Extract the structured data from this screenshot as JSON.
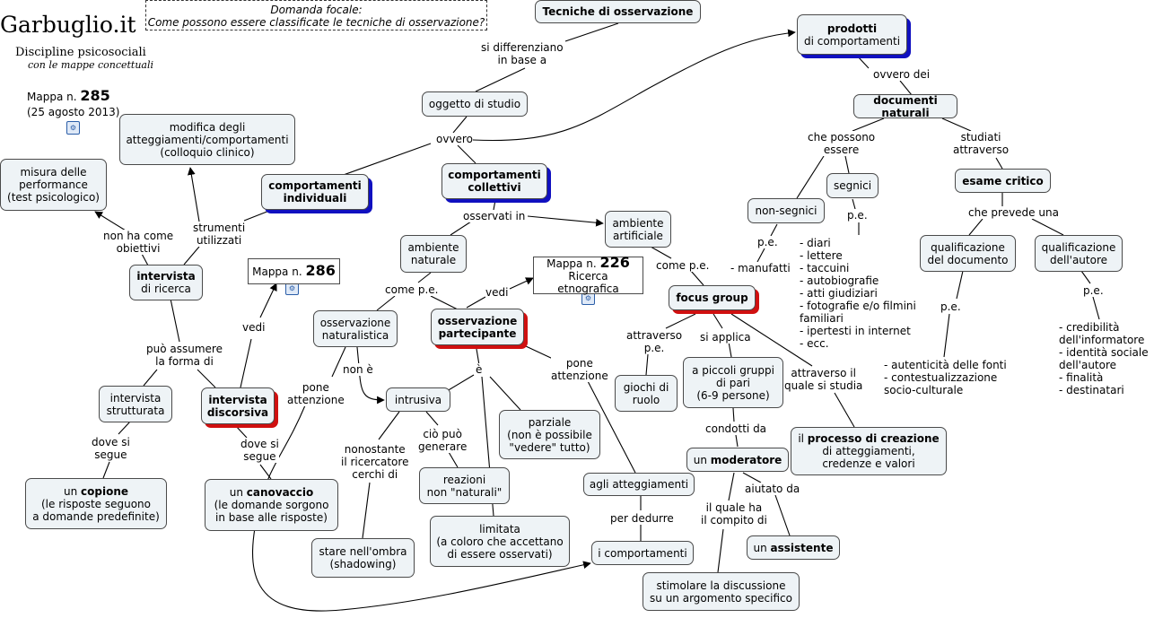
{
  "brand": {
    "title": "Garbuglio.it",
    "subtitle": "Discipline psicosociali",
    "tagline": "con le mappe concettuali"
  },
  "map_info": {
    "prefix": "Mappa n.",
    "number": "285",
    "date": "(25 agosto 2013)",
    "icon": "concept-map-icon"
  },
  "focal_question": {
    "label": "Domanda focale:",
    "text": "Come possono essere classificate le tecniche di osservazione?"
  },
  "nodes": {
    "tecniche": "Tecniche di osservazione",
    "prodotti_1": "prodotti",
    "prodotti_2": "di comportamenti",
    "documenti_naturali": "documenti naturali",
    "oggetto_di_studio": "oggetto di studio",
    "modifica_1": "modifica degli",
    "modifica_2": "atteggiamenti/comportamenti",
    "modifica_3": "(colloquio clinico)",
    "misura_1": "misura delle",
    "misura_2": "performance",
    "misura_3": "(test psicologico)",
    "comp_individuali_1": "comportamenti",
    "comp_individuali_2": "individuali",
    "comp_collettivi_1": "comportamenti",
    "comp_collettivi_2": "collettivi",
    "non_segnici": "non-segnici",
    "segnici": "segnici",
    "esame_critico": "esame critico",
    "ambiente_naturale_1": "ambiente",
    "ambiente_naturale_2": "naturale",
    "ambiente_artificiale_1": "ambiente",
    "ambiente_artificiale_2": "artificiale",
    "qual_documento_1": "qualificazione",
    "qual_documento_2": "del documento",
    "qual_autore_1": "qualificazione",
    "qual_autore_2": "dell'autore",
    "intervista_1": "intervista",
    "intervista_2": "di ricerca",
    "mappa286_prefix": "Mappa n.",
    "mappa286_number": "286",
    "mappa226_prefix": "Mappa n.",
    "mappa226_number": "226",
    "mappa226_sub": "Ricerca etnografica",
    "focus_group": "focus group",
    "oss_naturalistica_1": "osservazione",
    "oss_naturalistica_2": "naturalistica",
    "oss_partecipante_1": "osservazione",
    "oss_partecipante_2": "partecipante",
    "intervista_strutturata_1": "intervista",
    "intervista_strutturata_2": "strutturata",
    "intervista_discorsiva_1": "intervista",
    "intervista_discorsiva_2": "discorsiva",
    "intrusiva": "intrusiva",
    "giochi_1": "giochi di",
    "giochi_2": "ruolo",
    "piccoli_gruppi_1": "a piccoli gruppi",
    "piccoli_gruppi_2": "di pari",
    "piccoli_gruppi_3": "(6-9 persone)",
    "parziale_1": "parziale",
    "parziale_2": "(non è possibile",
    "parziale_3": "\"vedere\" tutto)",
    "processo_pre": "il ",
    "processo_bold": "processo di creazione",
    "processo_2": "di atteggiamenti,",
    "processo_3": "credenze e valori",
    "copione_pre": "un ",
    "copione_bold": "copione",
    "copione_2": "(le risposte seguono",
    "copione_3": "a domande predefinite)",
    "canovaccio_pre": "un ",
    "canovaccio_bold": "canovaccio",
    "canovaccio_2": "(le domande sorgono",
    "canovaccio_3": "in base alle risposte)",
    "reazioni_1": "reazioni",
    "reazioni_2": "non \"naturali\"",
    "atteggiamenti": "agli atteggiamenti",
    "moderatore_pre": "un ",
    "moderatore_bold": "moderatore",
    "limitata_1": "limitata",
    "limitata_2": "(a coloro che accettano",
    "limitata_3": "di essere osservati)",
    "stare_ombra_1": "stare nell'ombra",
    "stare_ombra_2": "(shadowing)",
    "i_comportamenti": "i comportamenti",
    "assistente_pre": "un ",
    "assistente_bold": "assistente",
    "stimolare_1": "stimolare la discussione",
    "stimolare_2": "su un argomento specifico"
  },
  "links": {
    "si_differenziano_1": "si differenziano",
    "si_differenziano_2": "in base a",
    "ovvero": "ovvero",
    "ovvero_dei": "ovvero dei",
    "che_possono_1": "che possono",
    "che_possono_2": "essere",
    "studiati_1": "studiati",
    "studiati_2": "attraverso",
    "che_prevede": "che prevede una",
    "strumenti_1": "strumenti",
    "strumenti_2": "utilizzati",
    "non_ha_1": "non ha come",
    "non_ha_2": "obiettivi",
    "osservati_in": "osservati in",
    "pe_nonsegnici": "p.e.",
    "pe_segnici": "p.e.",
    "pe_doc": "p.e.",
    "pe_autore": "p.e.",
    "come_pe_1": "come p.e.",
    "come_pe_2": "come p.e.",
    "vedi_1": "vedi",
    "vedi_2": "vedi",
    "puo_assumere_1": "può assumere",
    "puo_assumere_2": "la forma di",
    "non_e": "non è",
    "e": "è",
    "pone_attenzione_1a": "pone",
    "pone_attenzione_1b": "attenzione",
    "pone_attenzione_2a": "pone",
    "pone_attenzione_2b": "attenzione",
    "attraverso_pe_1": "attraverso",
    "attraverso_pe_2": "p.e.",
    "si_applica": "si applica",
    "attraverso_il_1": "attraverso il",
    "attraverso_il_2": "quale si studia",
    "dove_si_segue_1a": "dove si",
    "dove_si_segue_1b": "segue",
    "dove_si_segue_2a": "dove si",
    "dove_si_segue_2b": "segue",
    "nonostante_1": "nonostante",
    "nonostante_2": "il ricercatore",
    "nonostante_3": "cerchi di",
    "cio_puo_1": "ciò può",
    "cio_puo_2": "generare",
    "condotti_da": "condotti da",
    "per_dedurre": "per dedurre",
    "il_quale_1": "il quale ha",
    "il_quale_2": "il compito di",
    "aiutato_da": "aiutato da"
  },
  "examples": {
    "manufatti": "- manufatti",
    "segnici_list": [
      "- diari",
      "- lettere",
      "- taccuini",
      "- autobiografie",
      "- atti giudiziari",
      "- fotografie e/o filmini",
      "familiari",
      "- ipertesti in internet",
      "- ecc."
    ],
    "documento_list": [
      "- autenticità delle fonti",
      "- contestualizzazione",
      "socio-culturale"
    ],
    "autore_list": [
      "- credibilità",
      "dell'informatore",
      "- identità sociale",
      "dell'autore",
      "- finalità",
      "- destinatari"
    ]
  },
  "colors": {
    "node_fill": "#eef3f6",
    "node_border": "#4a4a4a",
    "shadow_blue": "#1010c0",
    "shadow_red": "#d01010",
    "line": "#000000"
  }
}
